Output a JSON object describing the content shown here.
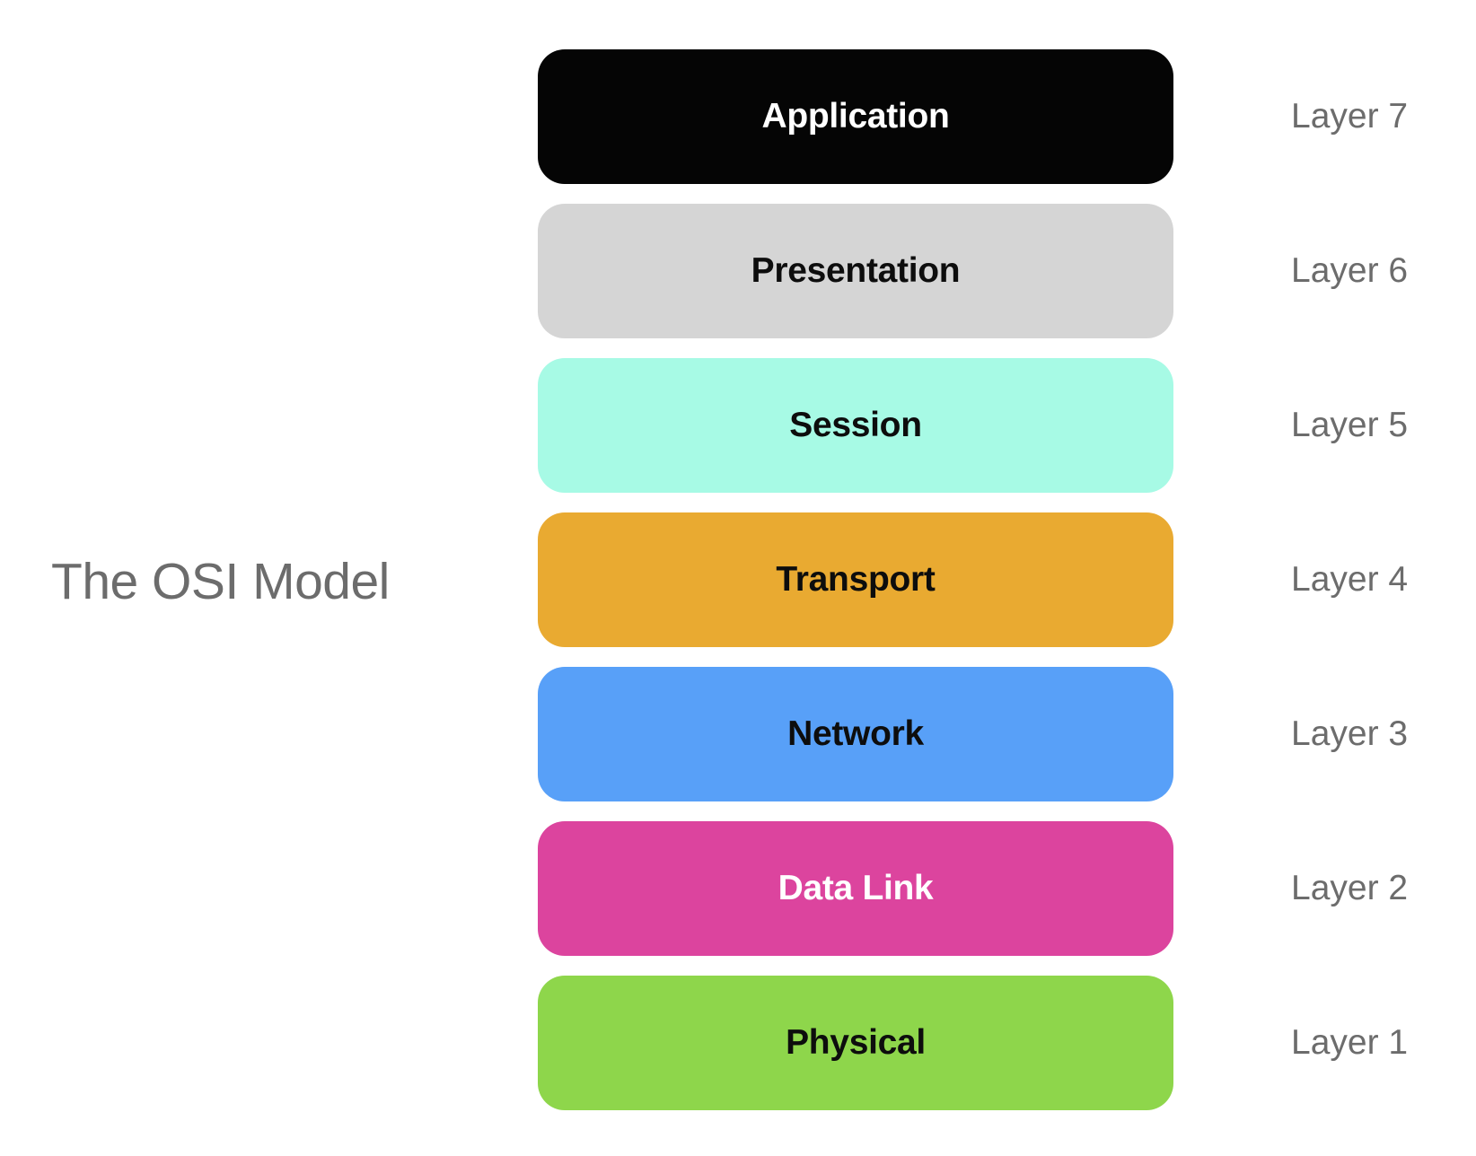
{
  "title": "The OSI Model",
  "colors": {
    "background": "#ffffff",
    "muted_text": "#6c6c6c"
  },
  "layers": [
    {
      "name": "Application",
      "layer_label": "Layer 7",
      "bg": "#050505",
      "text_color": "#ffffff"
    },
    {
      "name": "Presentation",
      "layer_label": "Layer 6",
      "bg": "#d5d5d5",
      "text_color": "#0d0d0d"
    },
    {
      "name": "Session",
      "layer_label": "Layer 5",
      "bg": "#a7fae5",
      "text_color": "#0d0d0d"
    },
    {
      "name": "Transport",
      "layer_label": "Layer 4",
      "bg": "#e9aa31",
      "text_color": "#0d0d0d"
    },
    {
      "name": "Network",
      "layer_label": "Layer 3",
      "bg": "#58a0f8",
      "text_color": "#0d0d0d"
    },
    {
      "name": "Data Link",
      "layer_label": "Layer 2",
      "bg": "#dc449e",
      "text_color": "#ffffff"
    },
    {
      "name": "Physical",
      "layer_label": "Layer 1",
      "bg": "#8ed64b",
      "text_color": "#0d0d0d"
    }
  ]
}
